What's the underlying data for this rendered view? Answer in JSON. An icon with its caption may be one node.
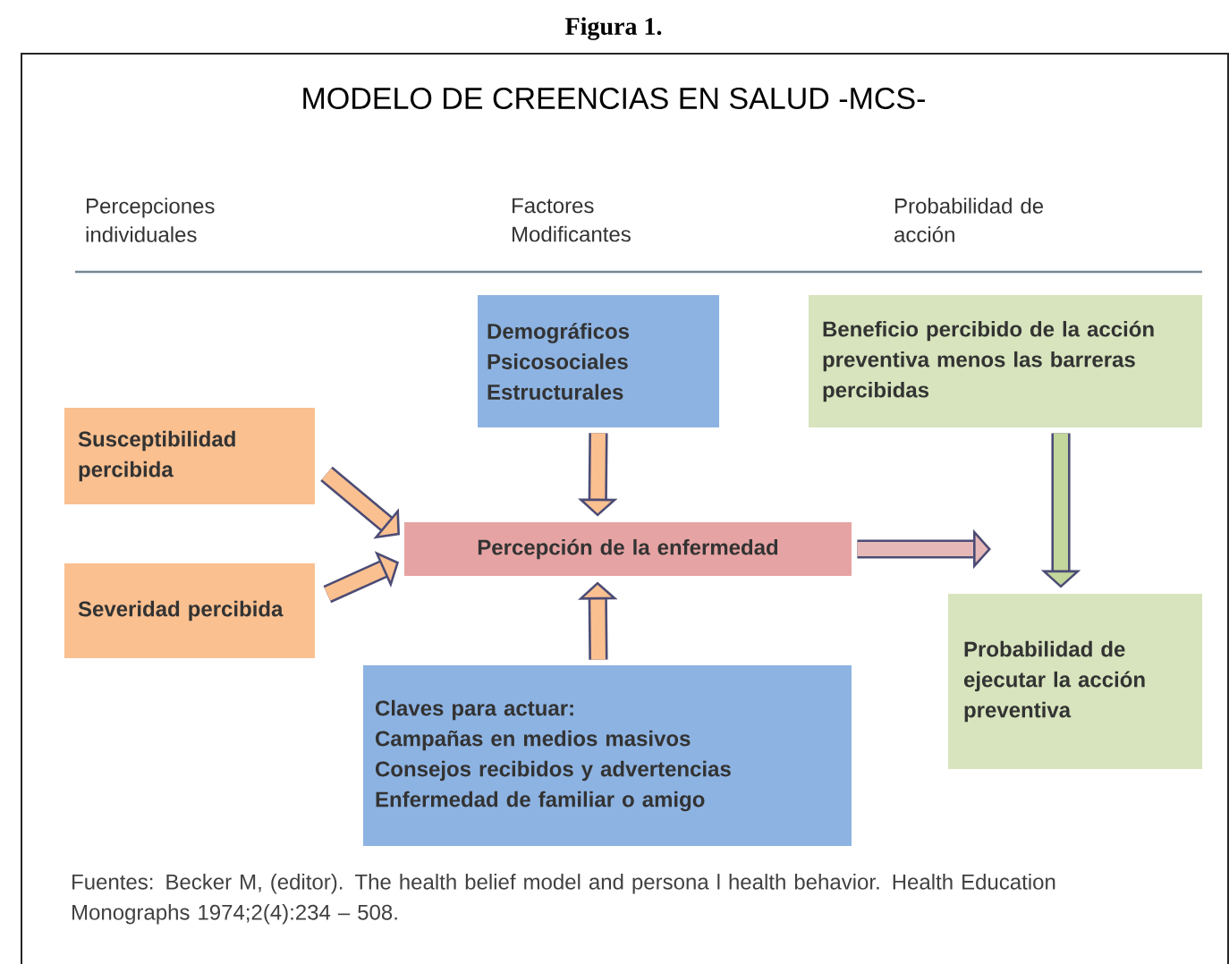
{
  "diagram": {
    "title": "MODELO DE CREENCIAS EN SALUD -MCS-",
    "caption": "Fuentes: Becker M, (editor). The health belief model and persona l health behavior. Health Education Monographs 1974;2(4):234 – 508.",
    "nodes": [
      {
        "text": [
          "Susceptibilidad percibida"
        ]
      },
      {
        "text": [
          "Severidad percibida"
        ]
      },
      {
        "text": [
          "Percepción de la enfermedad"
        ]
      },
      {
        "text": [
          "Demográficos",
          "Psicosociales",
          "Estructurales"
        ]
      },
      {
        "text": [
          "Claves para actuar:",
          "Campañas en medios masivos",
          "Consejos recibidos y advertencias",
          "Enfermedad de familiar o amigo"
        ]
      },
      {
        "text": [
          "Beneficio percibido de la acción preventiva menos las barreras percibidas"
        ]
      },
      {
        "text": [
          "Probabilidad de ejecutar la acción preventiva"
        ]
      }
    ],
    "edges": [
      {
        "from": 0,
        "to": 2,
        "arrow": "to"
      },
      {
        "from": 1,
        "to": 2,
        "arrow": "to"
      },
      {
        "from": 3,
        "to": 2,
        "arrow": "to"
      },
      {
        "from": 4,
        "to": 2,
        "arrow": "to"
      },
      {
        "from": 2,
        "to": null,
        "arrow": "to"
      },
      {
        "from": 5,
        "to": 6,
        "arrow": "to"
      }
    ],
    "labels": [
      "Figura 1.",
      "Percepciones individuales",
      "Factores Modificantes",
      "Probabilidad de acción"
    ]
  }
}
